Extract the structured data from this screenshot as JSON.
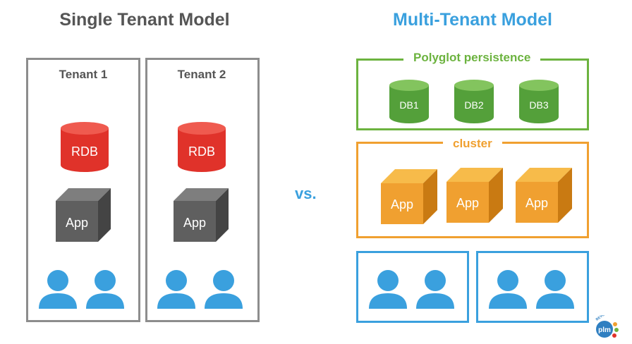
{
  "titles": {
    "single": "Single Tenant Model",
    "multi": "Multi-Tenant Model",
    "vs": "vs."
  },
  "single_tenant": {
    "tenants": [
      {
        "label": "Tenant 1",
        "db": "RDB",
        "app": "App"
      },
      {
        "label": "Tenant 2",
        "db": "RDB",
        "app": "App"
      }
    ]
  },
  "multi_tenant": {
    "persistence": {
      "label": "Polyglot persistence",
      "dbs": [
        "DB1",
        "DB2",
        "DB3"
      ]
    },
    "cluster": {
      "label": "cluster",
      "apps": [
        "App",
        "App",
        "App"
      ]
    }
  },
  "logo": {
    "top": "BEYOND",
    "main": "plm"
  },
  "colors": {
    "single_title": "#555555",
    "multi_title": "#3aa0de",
    "green": "#6cb33f",
    "orange": "#f0a030",
    "blue": "#3aa0de",
    "red": "#e0322a",
    "gray": "#8d8d8d"
  }
}
